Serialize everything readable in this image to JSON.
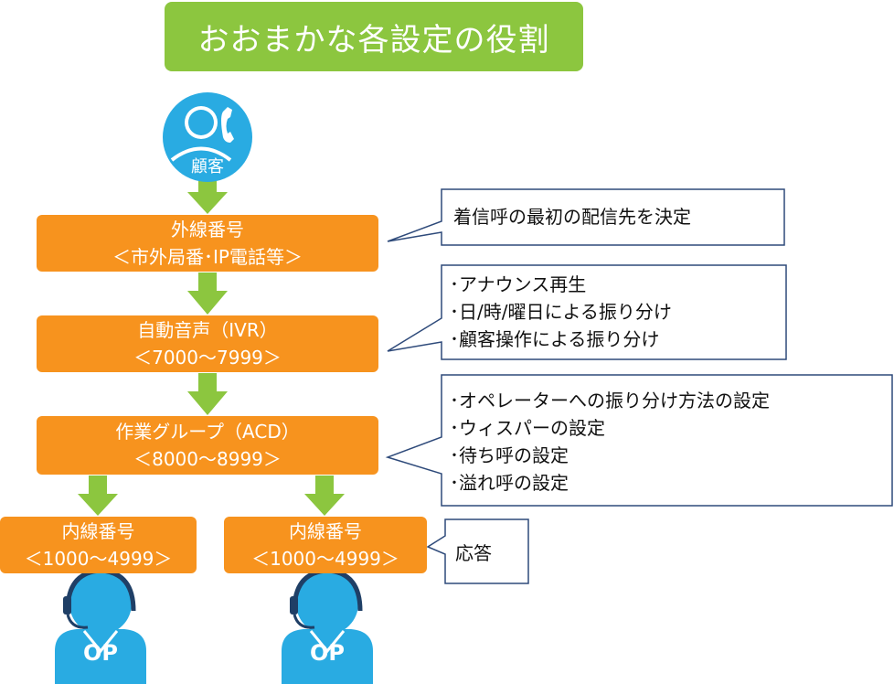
{
  "title": "おおまかな各設定の役割",
  "customer": {
    "label": "顧客"
  },
  "boxes": {
    "external": {
      "line1": "外線番号",
      "line2": "＜市外局番･IP電話等＞"
    },
    "ivr": {
      "line1": "自動音声（IVR）",
      "line2": "＜7000～7999＞"
    },
    "acd": {
      "line1": "作業グループ（ACD）",
      "line2": "＜8000～8999＞"
    },
    "ext_left": {
      "line1": "内線番号",
      "line2": "＜1000～4999＞"
    },
    "ext_right": {
      "line1": "内線番号",
      "line2": "＜1000～4999＞"
    }
  },
  "callouts": {
    "external": [
      "着信呼の最初の配信先を決定"
    ],
    "ivr": [
      "･アナウンス再生",
      "･日/時/曜日による振り分け",
      "･顧客操作による振り分け"
    ],
    "acd": [
      "･オペレーターへの振り分け方法の設定",
      "･ウィスパーの設定",
      "･待ち呼の設定",
      "･溢れ呼の設定"
    ],
    "extension": [
      "応答"
    ]
  },
  "operators": {
    "left": "OP",
    "right": "OP"
  },
  "colors": {
    "title_bg": "#8cc63f",
    "box_bg": "#f7931e",
    "arrow": "#8cc63f",
    "person": "#29abe2",
    "callout_border": "#2e4a7a"
  }
}
